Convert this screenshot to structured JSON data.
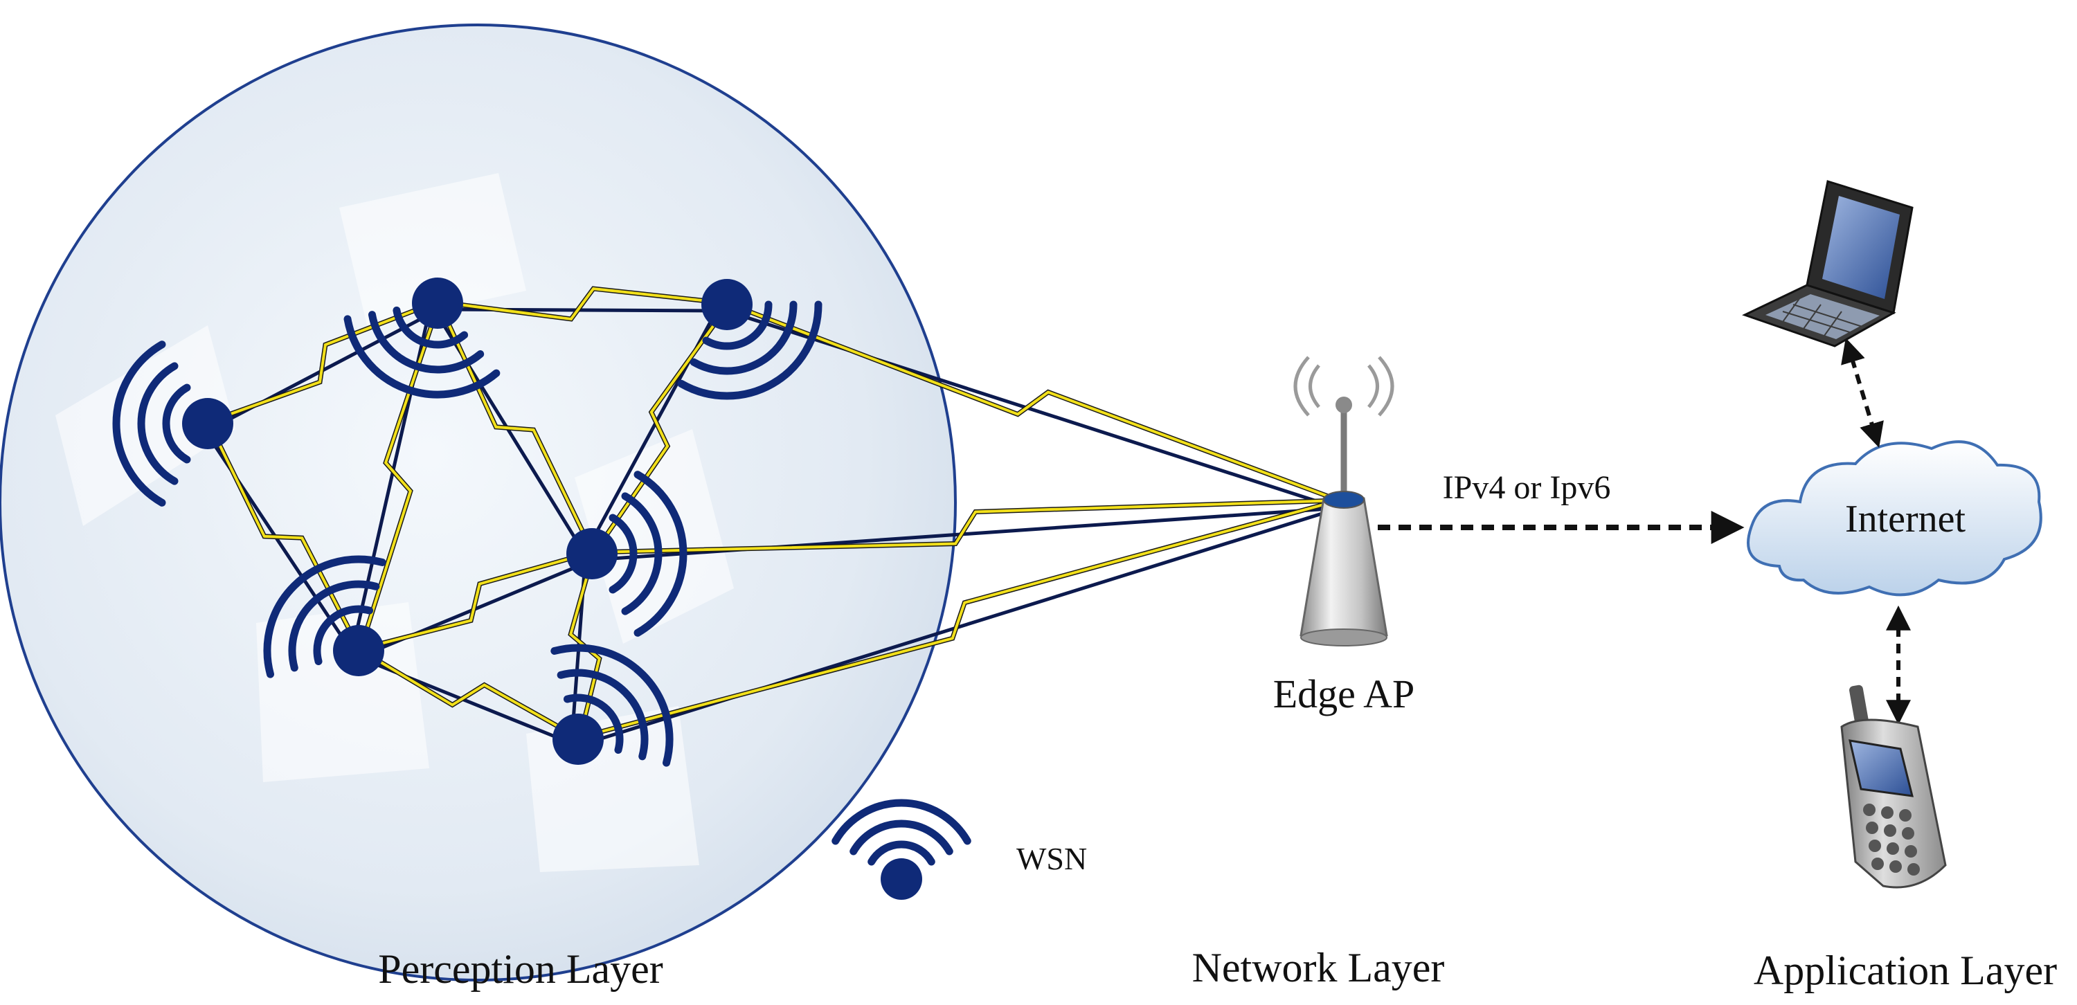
{
  "labels": {
    "perception_layer": "Perception Layer",
    "network_layer": "Network Layer",
    "application_layer": "Application Layer",
    "edge_ap": "Edge AP",
    "protocol": "IPv4 or Ipv6",
    "internet": "Internet",
    "wsn_legend": "WSN"
  },
  "colors": {
    "node": "#0f2a78",
    "wave": "#0f2a78",
    "link": "#0c1a4e",
    "lightning": "#f2e01a",
    "region_fill": "#e4ecf4",
    "region_stroke": "#1f3f8f",
    "arrow": "#111111"
  },
  "icons": {
    "sensor_node": "wireless-sensor-node-icon",
    "access_point": "access-point-icon",
    "cloud": "cloud-icon",
    "laptop": "laptop-icon",
    "phone": "mobile-phone-icon"
  }
}
